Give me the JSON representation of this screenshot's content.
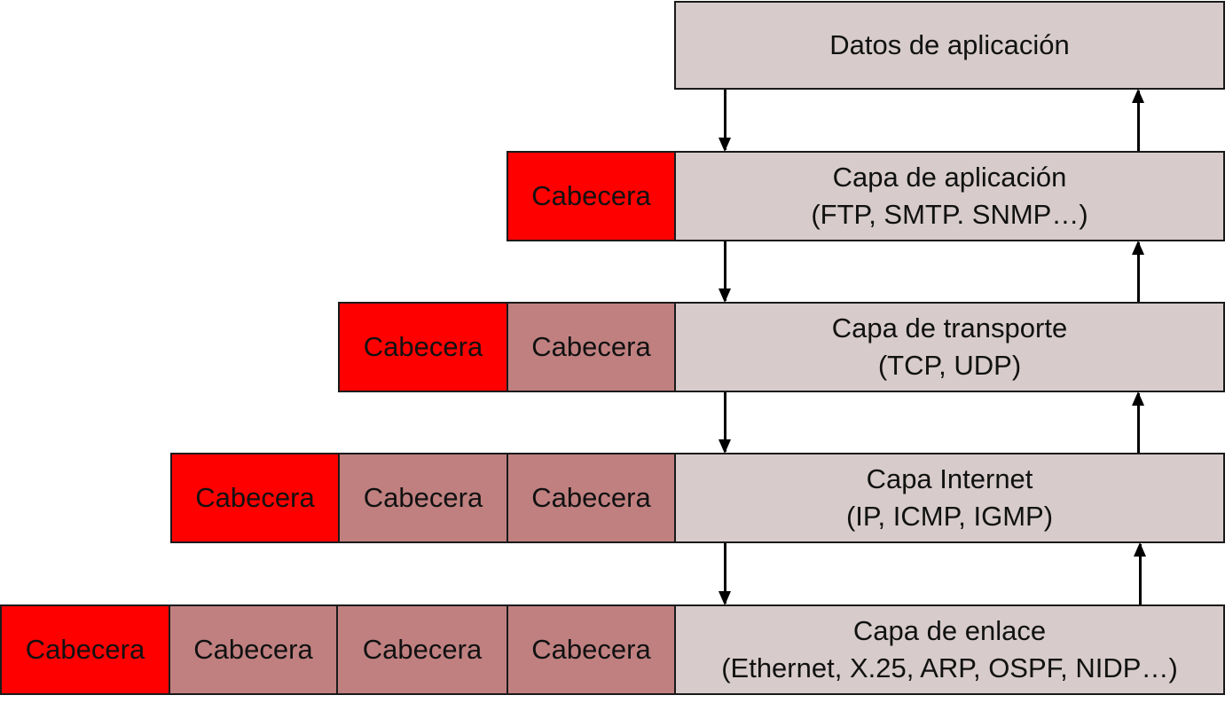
{
  "colors": {
    "layer_fill": "#d7cbcb",
    "new_header_fill": "#ff0000",
    "old_header_fill": "#c08080",
    "border": "#1a1a1a",
    "arrow": "#000000"
  },
  "header_label": "Cabecera",
  "application_data": {
    "label": "Datos de aplicación"
  },
  "layers": [
    {
      "name": "Capa de aplicación",
      "protocols": "(FTP, SMTP. SNMP…)",
      "header_count": 1
    },
    {
      "name": "Capa de transporte",
      "protocols": "(TCP, UDP)",
      "header_count": 2
    },
    {
      "name": "Capa Internet",
      "protocols": "(IP, ICMP, IGMP)",
      "header_count": 3
    },
    {
      "name": "Capa de enlace",
      "protocols": "(Ethernet, X.25, ARP, OSPF, NIDP…)",
      "header_count": 4
    }
  ]
}
